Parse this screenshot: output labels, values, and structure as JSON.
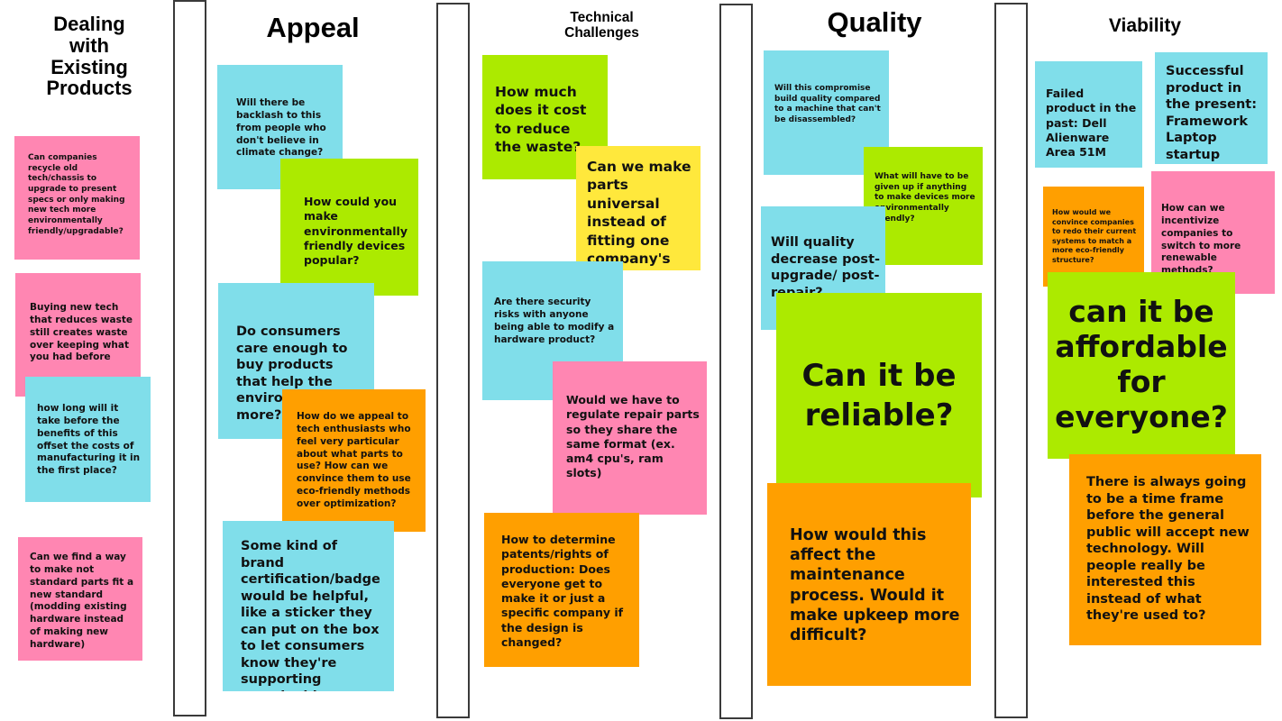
{
  "columns": [
    {
      "title": "Dealing with Existing Products"
    },
    {
      "title": "Appeal"
    },
    {
      "title": "Technical Challenges"
    },
    {
      "title": "Quality"
    },
    {
      "title": "Viability"
    }
  ],
  "colors": {
    "pink": "#ff86b2",
    "blue": "#80deea",
    "green": "#acea00",
    "orange": "#ff9f00",
    "yellow": "#ffe83c"
  },
  "notes": {
    "existing": [
      {
        "color": "pink",
        "text": "Can companies recycle old tech/chassis to upgrade to present specs or only making new tech more environmentally friendly/upgradable?"
      },
      {
        "color": "pink",
        "text": "Buying new tech that reduces waste still creates waste over keeping what you had before"
      },
      {
        "color": "blue",
        "text": "how long will it take before the benefits of this offset the costs of manufacturing it in the first place?"
      },
      {
        "color": "pink",
        "text": "Can we find a way to make not standard parts fit a new standard (modding existing hardware instead of making new hardware)"
      }
    ],
    "appeal": [
      {
        "color": "blue",
        "text": "Will there be backlash to this from people who don't believe in climate change?"
      },
      {
        "color": "green",
        "text": "How could you make environmentally friendly devices popular?"
      },
      {
        "color": "blue",
        "text": "Do consumers care enough to buy products that help the environment more?"
      },
      {
        "color": "orange",
        "text": "How do we appeal to tech enthusiasts who feel very particular about what parts to use?  How can we convince them to use eco-friendly methods over optimization?"
      },
      {
        "color": "blue",
        "text": "Some kind of brand certification/badge would be helpful, like a sticker they can put on the box to let consumers know they're supporting sustainable electronics"
      }
    ],
    "technical": [
      {
        "color": "green",
        "text": "How much does it cost to reduce the waste?"
      },
      {
        "color": "yellow",
        "text": "Can we make parts universal instead of fitting one company's ecosystem?"
      },
      {
        "color": "blue",
        "text": "Are there security risks with anyone being able to modify a hardware product?"
      },
      {
        "color": "pink",
        "text": "Would we have to regulate repair parts so they share the same format (ex. am4 cpu's, ram slots)"
      },
      {
        "color": "orange",
        "text": "How to determine patents/rights of production: Does everyone get to make it or just a specific company if the design is changed?"
      }
    ],
    "quality": [
      {
        "color": "blue",
        "text": "Will this compromise build quality compared to a machine that can't be disassembled?"
      },
      {
        "color": "green",
        "text": "What will have to be given up if anything to make devices more environmentally friendly?"
      },
      {
        "color": "blue",
        "text": "Will quality decrease post-upgrade/ post-repair?"
      },
      {
        "color": "green",
        "text": "Can it be reliable?"
      },
      {
        "color": "orange",
        "text": "How would this affect the maintenance process. Would it make upkeep more difficult?"
      }
    ],
    "viability": [
      {
        "color": "blue",
        "text": "Failed product in the past: Dell Alienware Area 51M"
      },
      {
        "color": "blue",
        "text": "Successful product in the present: Framework Laptop startup"
      },
      {
        "color": "orange",
        "text": "How would we convince companies to redo their current systems to match a more eco-friendly structure?"
      },
      {
        "color": "pink",
        "text": "How can we incentivize companies to switch to more renewable methods?"
      },
      {
        "color": "green",
        "text": "can it be affordable for everyone?"
      },
      {
        "color": "orange",
        "text": "There is always going to be a time frame before the general public will accept new technology.  Will people really be interested this instead of what they're used to?"
      }
    ]
  }
}
